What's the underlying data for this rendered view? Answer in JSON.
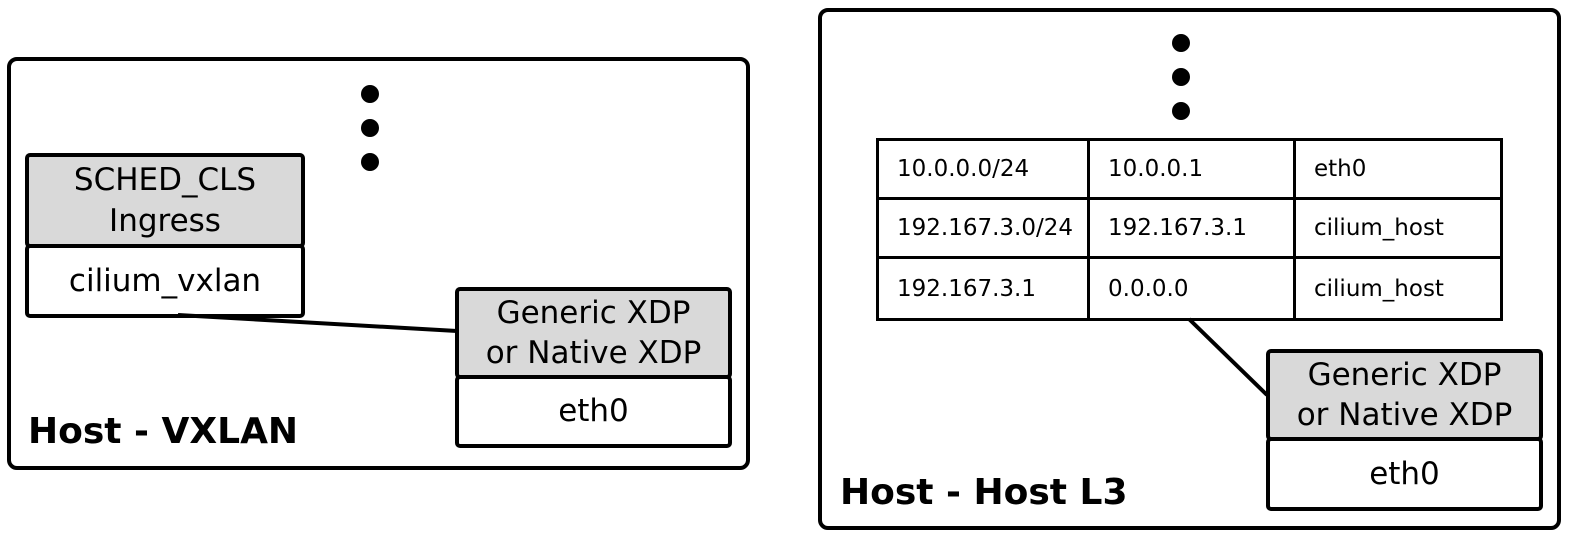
{
  "left_panel": {
    "title": "Host - VXLAN",
    "sched_cls": "SCHED_CLS\nIngress",
    "cilium_vxlan": "cilium_vxlan",
    "xdp": "Generic XDP\nor Native XDP",
    "eth0": "eth0"
  },
  "right_panel": {
    "title": "Host - Host L3",
    "routes": [
      [
        "10.0.0.0/24",
        "10.0.0.1",
        "eth0"
      ],
      [
        "192.167.3.0/24",
        "192.167.3.1",
        "cilium_host"
      ],
      [
        "192.167.3.1",
        "0.0.0.0",
        "cilium_host"
      ]
    ],
    "xdp": "Generic XDP\nor Native XDP",
    "eth0": "eth0"
  }
}
